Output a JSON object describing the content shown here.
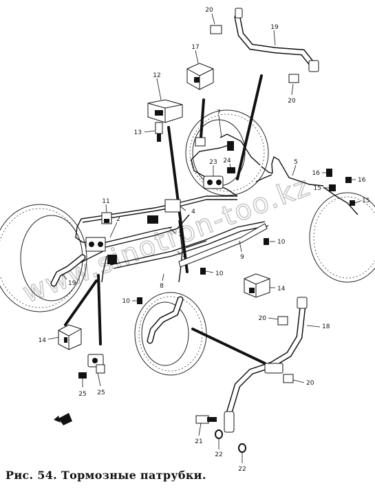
{
  "watermark": "www.sinotron-too.kz",
  "caption": "Рис. 54. Тормозные патрубки.",
  "callouts": [
    "20",
    "19",
    "20",
    "17",
    "12",
    "13",
    "7",
    "24",
    "23",
    "5",
    "16",
    "16",
    "15",
    "15",
    "11",
    "2",
    "4",
    "1",
    "3",
    "9",
    "10",
    "19",
    "10",
    "8",
    "10",
    "14",
    "20",
    "18",
    "14",
    "25",
    "25",
    "20",
    "21",
    "22",
    "22"
  ]
}
